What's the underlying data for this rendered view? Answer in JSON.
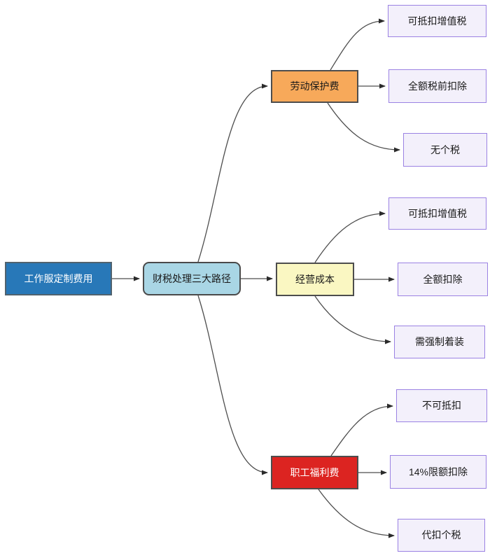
{
  "diagram": {
    "type": "flowchart-mindmap",
    "edge_color": "#4d4d4d",
    "leaf_style": {
      "bg": "#f3f0fb",
      "border": "#9b82e3"
    },
    "nodes": {
      "root": {
        "label": "工作服定制费用",
        "bg": "#2878b8",
        "border": "#50626e",
        "text_color": "#ffffff"
      },
      "hub": {
        "label": "财税处理三大路径",
        "bg": "#a9d6e5",
        "border": "#4a4a4a",
        "text_color": "#1a1a1a"
      },
      "branch_labor": {
        "label": "劳动保护费",
        "bg": "#f7a95a",
        "border": "#4d4d4d",
        "text_color": "#1a1a1a"
      },
      "branch_cost": {
        "label": "经营成本",
        "bg": "#faf7c2",
        "border": "#4d4d4d",
        "text_color": "#1a1a1a"
      },
      "branch_welfare": {
        "label": "职工福利费",
        "bg": "#dc2421",
        "border": "#4d4d4d",
        "text_color": "#ffffff"
      },
      "leaf_labor_1": {
        "label": "可抵扣增值税"
      },
      "leaf_labor_2": {
        "label": "全额税前扣除"
      },
      "leaf_labor_3": {
        "label": "无个税"
      },
      "leaf_cost_1": {
        "label": "可抵扣增值税"
      },
      "leaf_cost_2": {
        "label": "全额扣除"
      },
      "leaf_cost_3": {
        "label": "需强制着装"
      },
      "leaf_welfare_1": {
        "label": "不可抵扣"
      },
      "leaf_welfare_2": {
        "label": "14%限额扣除"
      },
      "leaf_welfare_3": {
        "label": "代扣个税"
      }
    },
    "edges": [
      {
        "from": "工作服定制费用",
        "to": "财税处理三大路径"
      },
      {
        "from": "财税处理三大路径",
        "to": "劳动保护费"
      },
      {
        "from": "财税处理三大路径",
        "to": "经营成本"
      },
      {
        "from": "财税处理三大路径",
        "to": "职工福利费"
      },
      {
        "from": "劳动保护费",
        "to": "可抵扣增值税"
      },
      {
        "from": "劳动保护费",
        "to": "全额税前扣除"
      },
      {
        "from": "劳动保护费",
        "to": "无个税"
      },
      {
        "from": "经营成本",
        "to": "可抵扣增值税"
      },
      {
        "from": "经营成本",
        "to": "全额扣除"
      },
      {
        "from": "经营成本",
        "to": "需强制着装"
      },
      {
        "from": "职工福利费",
        "to": "不可抵扣"
      },
      {
        "from": "职工福利费",
        "to": "14%限额扣除"
      },
      {
        "from": "职工福利费",
        "to": "代扣个税"
      }
    ]
  }
}
